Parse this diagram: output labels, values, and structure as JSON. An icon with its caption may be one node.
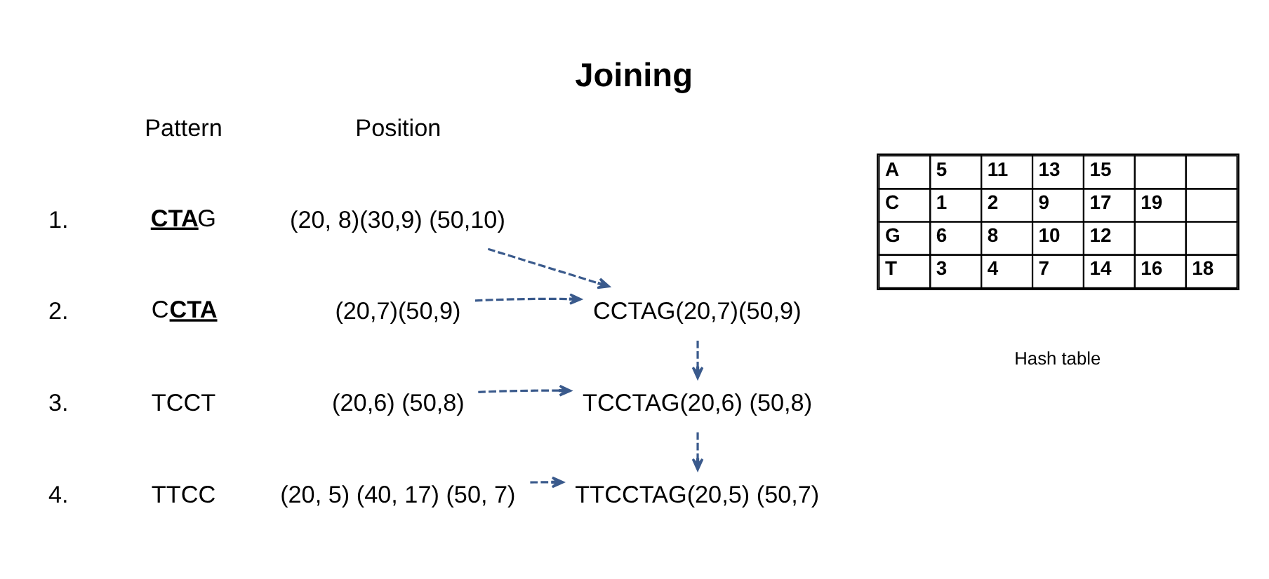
{
  "diagram": {
    "title": "Joining",
    "nodes": [
      {
        "text": [
          "(20, 8)(30,9) (50,10)"
        ]
      },
      {
        "text": [
          "(20,7)(50,9)"
        ]
      },
      {
        "text": [
          "CCTAG(20,7)(50,9)"
        ]
      },
      {
        "text": [
          "(20,6) (50,8)"
        ]
      },
      {
        "text": [
          "TCCTAG(20,6) (50,8)"
        ]
      },
      {
        "text": [
          "(20, 5) (40, 17) (50, 7)"
        ]
      },
      {
        "text": [
          "TTCCTAG(20,5) (50,7)"
        ]
      }
    ],
    "edges": [
      {
        "from": 0,
        "to": 2,
        "arrow": "to",
        "style": "dashed"
      },
      {
        "from": 1,
        "to": 2,
        "arrow": "to",
        "style": "dashed"
      },
      {
        "from": 2,
        "to": 4,
        "arrow": "to",
        "style": "dashed"
      },
      {
        "from": 3,
        "to": 4,
        "arrow": "to",
        "style": "dashed"
      },
      {
        "from": 4,
        "to": 6,
        "arrow": "to",
        "style": "dashed"
      },
      {
        "from": 5,
        "to": 6,
        "arrow": "to",
        "style": "dashed"
      }
    ],
    "labels": [
      "Pattern",
      "Position",
      "1.",
      "**CTA**G",
      "2.",
      "C**CTA**",
      "3.",
      "TCCT",
      "4.",
      "TTCC",
      "A",
      "5",
      "11",
      "13",
      "15",
      "C",
      "1",
      "2",
      "9",
      "17",
      "19",
      "G",
      "6",
      "8",
      "10",
      "12",
      "T",
      "3",
      "4",
      "7",
      "14",
      "16",
      "18",
      "Hash table"
    ]
  }
}
